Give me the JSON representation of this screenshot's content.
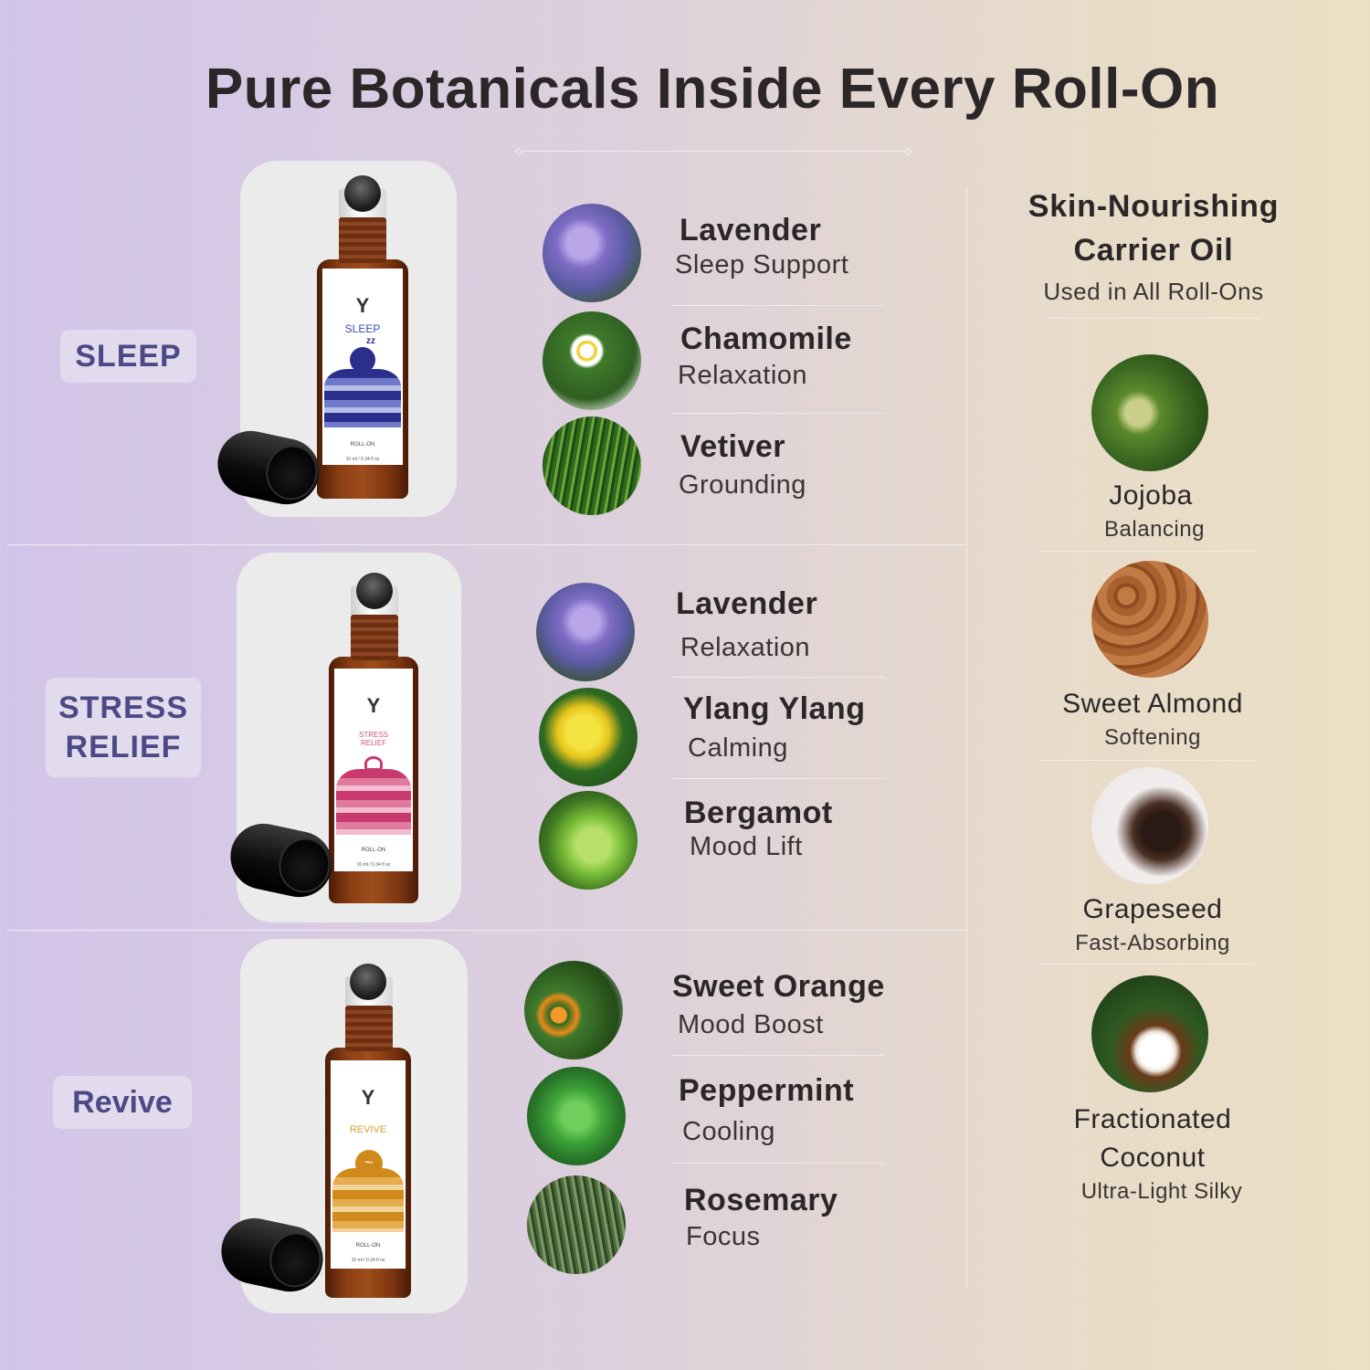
{
  "title": "Pure Botanicals Inside Every Roll-On",
  "blends": [
    {
      "badge_lines": [
        "SLEEP"
      ],
      "bottle_label": "SLEEP",
      "label_color": "#3b4bb0",
      "wave_colors": [
        "#2a2f8c",
        "#4a55b8",
        "#7d86d0",
        "#b7bde8"
      ],
      "ingredients": [
        {
          "name": "Lavender",
          "benefit": "Sleep Support",
          "icon": "lavender-flower"
        },
        {
          "name": "Chamomile",
          "benefit": "Relaxation",
          "icon": "chamomile-flower"
        },
        {
          "name": "Vetiver",
          "benefit": "Grounding",
          "icon": "vetiver-grass"
        }
      ]
    },
    {
      "badge_lines": [
        "STRESS",
        "RELIEF"
      ],
      "bottle_label_lines": [
        "STRESS",
        "RELIEF"
      ],
      "label_color": "#d0507a",
      "wave_colors": [
        "#c83a6e",
        "#de6f95",
        "#eda2bb",
        "#f6cfdc"
      ],
      "ingredients": [
        {
          "name": "Lavender",
          "benefit": "Relaxation",
          "icon": "lavender-flower"
        },
        {
          "name": "Ylang Ylang",
          "benefit": "Calming",
          "icon": "ylang-ylang-flower"
        },
        {
          "name": "Bergamot",
          "benefit": "Mood Lift",
          "icon": "bergamot-fruit"
        }
      ]
    },
    {
      "badge_lines": [
        "Revive"
      ],
      "bottle_label": "REVIVE",
      "label_color": "#d9a032",
      "wave_colors": [
        "#d08a1c",
        "#e0a43f",
        "#ecc277",
        "#f5dfb0"
      ],
      "ingredients": [
        {
          "name": "Sweet Orange",
          "benefit": "Mood Boost",
          "icon": "orange-tree"
        },
        {
          "name": "Peppermint",
          "benefit": "Cooling",
          "icon": "peppermint-leaves"
        },
        {
          "name": "Rosemary",
          "benefit": "Focus",
          "icon": "rosemary-sprig"
        }
      ]
    }
  ],
  "bottle": {
    "roll_on": "ROLL-ON",
    "volume": "10 ml / 0.34 fl oz",
    "logo": "Y"
  },
  "carrier": {
    "title_lines": [
      "Skin-Nourishing",
      "Carrier Oil"
    ],
    "subtitle": "Used in All Roll-Ons",
    "oils": [
      {
        "name_lines": [
          "Jojoba"
        ],
        "benefit": "Balancing",
        "icon": "jojoba-seeds"
      },
      {
        "name_lines": [
          "Sweet Almond"
        ],
        "benefit": "Softening",
        "icon": "almonds"
      },
      {
        "name_lines": [
          "Grapeseed"
        ],
        "benefit": "Fast-Absorbing",
        "icon": "grape-seeds"
      },
      {
        "name_lines": [
          "Fractionated",
          "Coconut"
        ],
        "benefit": "Ultra-Light Silky",
        "icon": "coconut"
      }
    ]
  }
}
